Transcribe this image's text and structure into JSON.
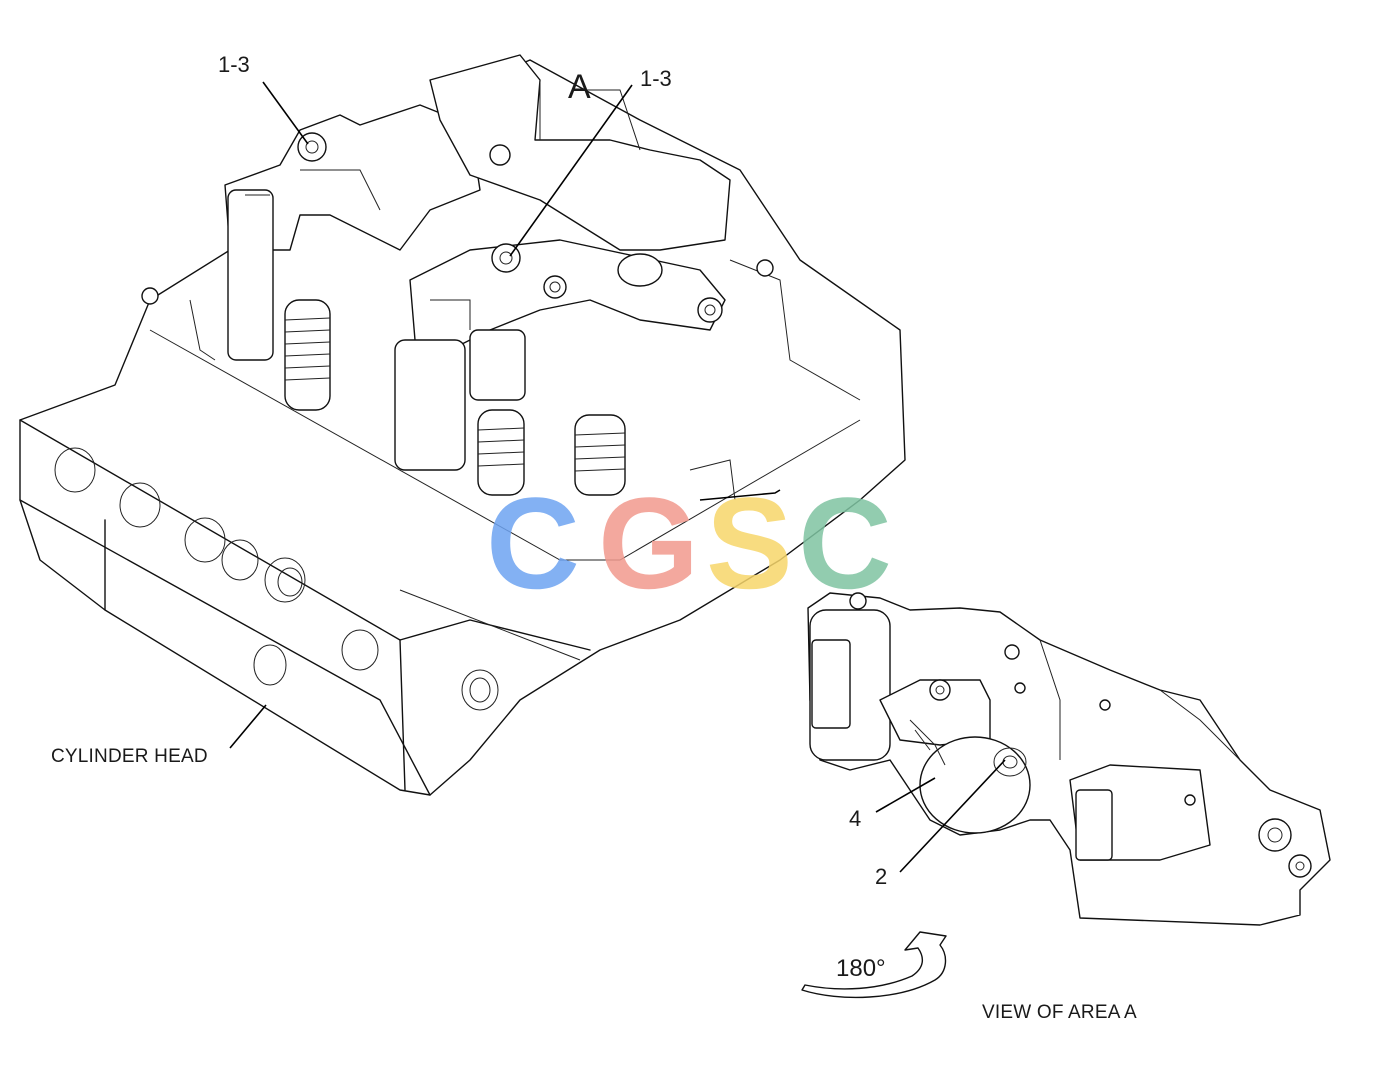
{
  "labels": {
    "callout_1_3_left": "1-3",
    "callout_1_3_right": "1-3",
    "view_letter": "A",
    "cylinder_head": "CYLINDER HEAD",
    "callout_4": "4",
    "callout_2": "2",
    "rotation": "180°",
    "view_caption": "VIEW OF AREA A"
  },
  "watermark": {
    "letters": [
      "C",
      "G",
      "S",
      "C"
    ],
    "colors": [
      "#6ea4f2",
      "#f29a8e",
      "#f7d66b",
      "#7fc4a2"
    ]
  }
}
